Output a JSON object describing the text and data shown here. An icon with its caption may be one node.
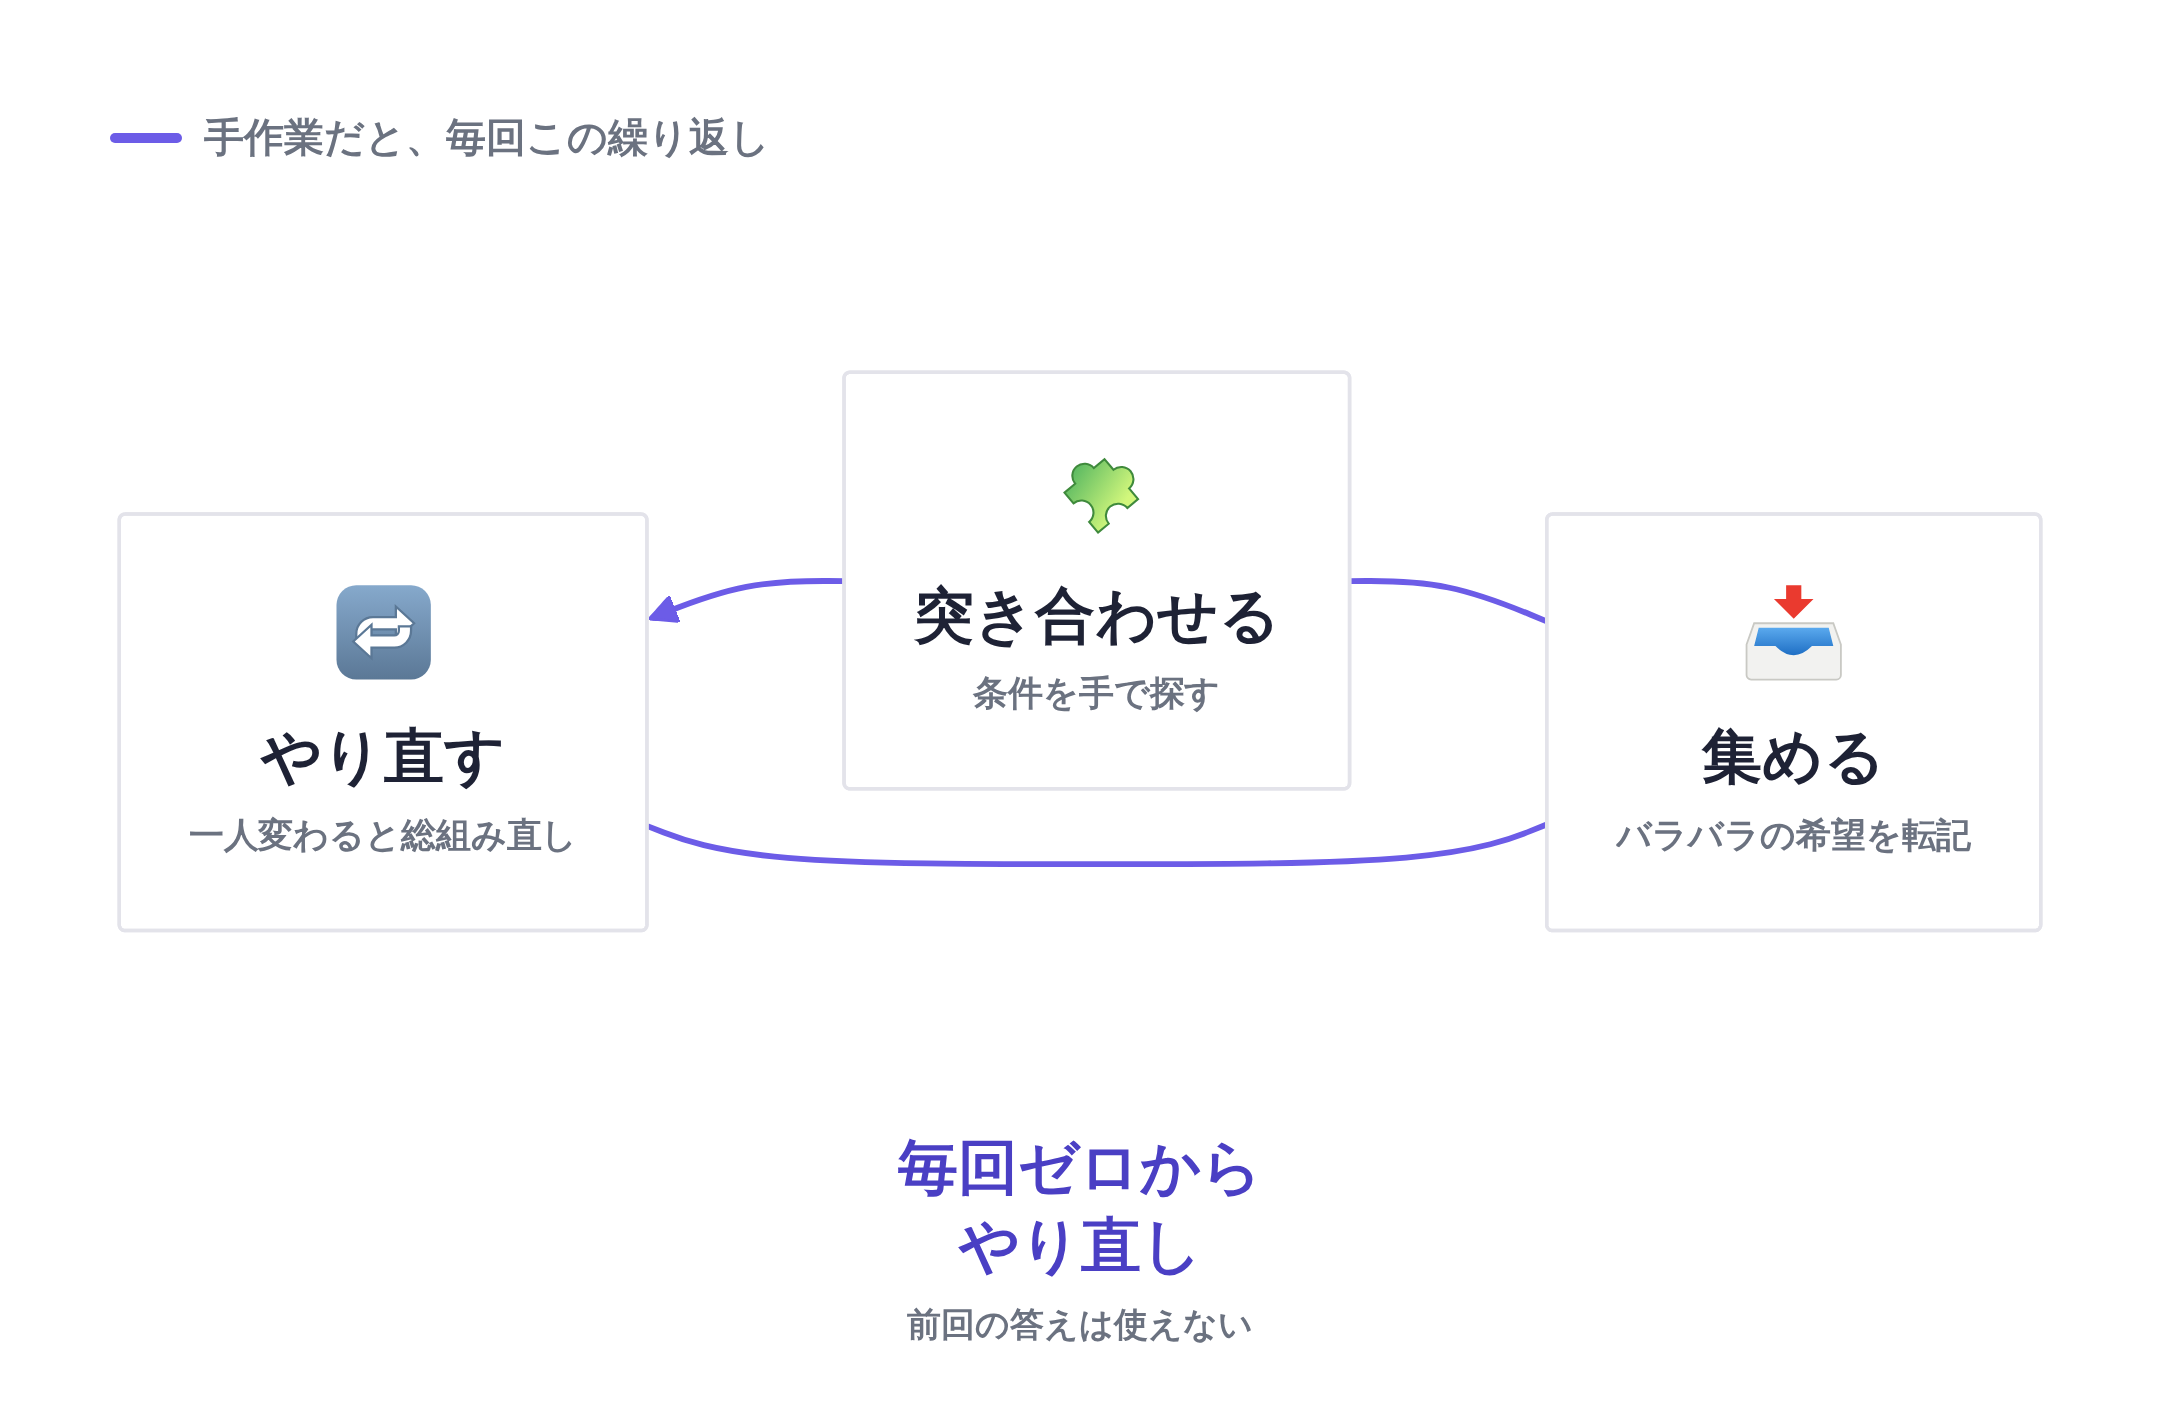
{
  "diagram": {
    "nodes": [
      {
        "text": [
          "集める",
          "バラバラの希望を転記"
        ]
      },
      {
        "text": [
          "やり直す",
          "一人変わると総組み直し"
        ]
      },
      {
        "text": [
          "突き合わせる",
          "条件を手で探す"
        ]
      }
    ],
    "edges": [
      {
        "from": 0,
        "to": 2,
        "arrow": "none"
      },
      {
        "from": 2,
        "to": 1,
        "arrow": "to"
      },
      {
        "from": 1,
        "to": 0,
        "arrow": "none"
      }
    ],
    "labels": [
      "毎回ゼロからやり直し",
      "前回の答えは使えない"
    ],
    "legend": [
      {
        "text": "手作業だと、毎回この繰り返し"
      }
    ]
  }
}
